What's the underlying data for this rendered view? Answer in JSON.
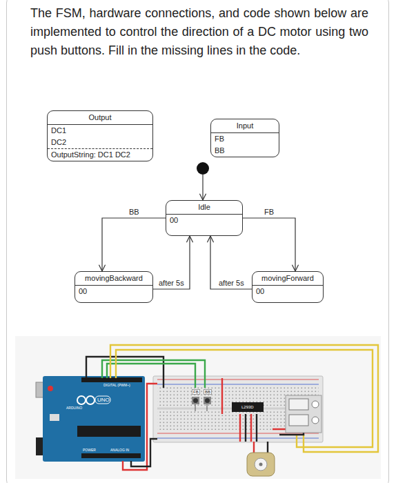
{
  "diagram": {
    "title": "The FSM, hardware connections, and code shown below are implemented to control the direction of a DC motor using two push buttons. Fill in the missing lines in the code.",
    "nodes": [
      {
        "text": [
          "Output",
          "DC1",
          "DC2",
          "OutputString: DC1 DC2"
        ]
      },
      {
        "text": [
          "Input",
          "FB",
          "BB"
        ]
      },
      {
        "text": [
          "Idle",
          "00"
        ]
      },
      {
        "text": [
          "movingBackward",
          "00"
        ]
      },
      {
        "text": [
          "movingForward",
          "00"
        ]
      }
    ],
    "edges": [
      {
        "from": 2,
        "to": 3,
        "label": "BB",
        "arrow": "to"
      },
      {
        "from": 2,
        "to": 4,
        "label": "FB",
        "arrow": "to"
      },
      {
        "from": 3,
        "to": 2,
        "label": "after 5s",
        "arrow": "to"
      },
      {
        "from": 4,
        "to": 2,
        "label": "after 5s",
        "arrow": "to"
      }
    ],
    "labels": [
      "UNO",
      "ARDUINO",
      "DIGITAL (PWM~)",
      "POWER",
      "ANALOG IN",
      "FB",
      "BB",
      "L293D"
    ]
  }
}
